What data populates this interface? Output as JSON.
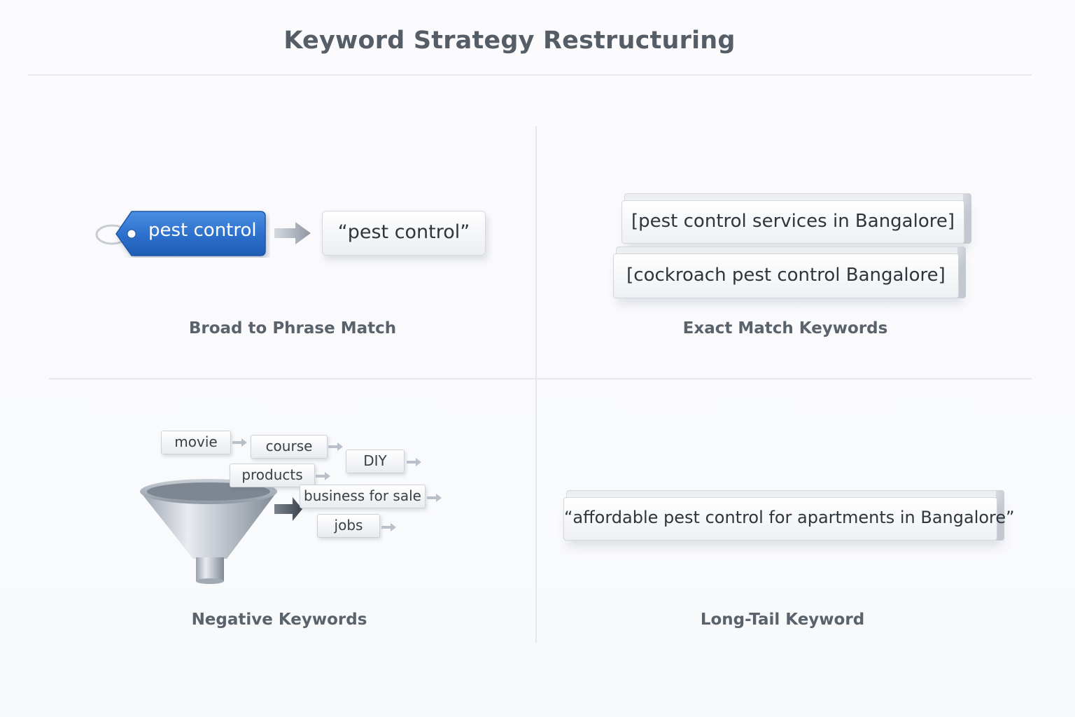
{
  "title": "Keyword Strategy Restructuring",
  "quadrants": {
    "broad_to_phrase": {
      "caption": "Broad to Phrase Match",
      "broad_keyword": "pest control",
      "phrase_keyword": "“pest control”"
    },
    "exact_match": {
      "caption": "Exact Match Keywords",
      "keywords": [
        "[pest control services in Bangalore]",
        "[cockroach pest control Bangalore]"
      ]
    },
    "negative": {
      "caption": "Negative Keywords",
      "keywords": [
        "movie",
        "course",
        "DIY",
        "products",
        "business for sale",
        "jobs"
      ]
    },
    "long_tail": {
      "caption": "Long-Tail Keyword",
      "keyword": "“affordable pest control for apartments in Bangalore”"
    }
  },
  "colors": {
    "tag_blue": "#2f74d0",
    "background": "#fafbfc",
    "divider": "#e6e8ec"
  },
  "icons": [
    "tag-icon",
    "arrow-right-icon",
    "funnel-icon"
  ]
}
